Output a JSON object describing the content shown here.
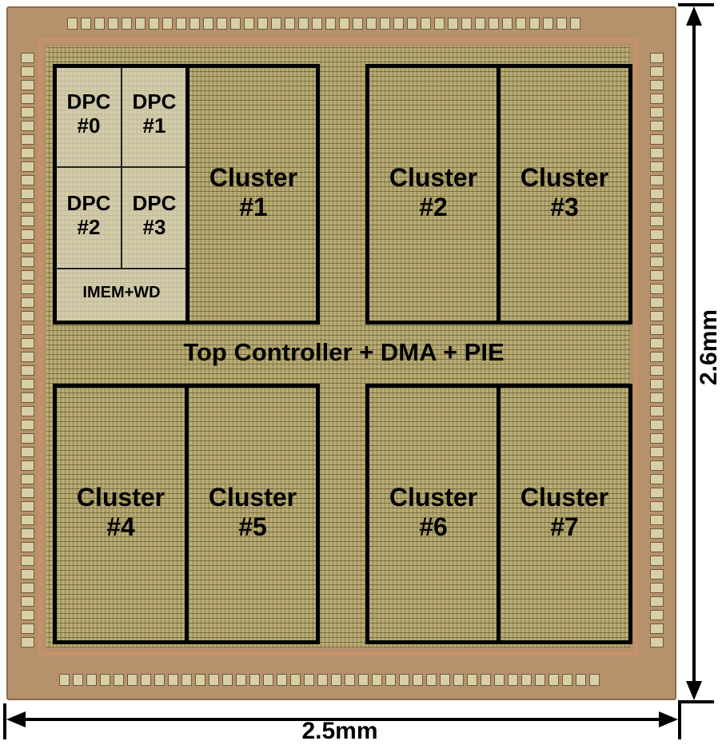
{
  "dimensions": {
    "width_label": "2.5mm",
    "height_label": "2.6mm"
  },
  "top_label": "Top Controller + DMA + PIE",
  "dpcs": [
    {
      "label": "DPC\n#0"
    },
    {
      "label": "DPC\n#1"
    },
    {
      "label": "DPC\n#2"
    },
    {
      "label": "DPC\n#3"
    }
  ],
  "imem_label": "IMEM+WD",
  "clusters": [
    {
      "label": "Cluster\n#1"
    },
    {
      "label": "Cluster\n#2"
    },
    {
      "label": "Cluster\n#3"
    },
    {
      "label": "Cluster\n#4"
    },
    {
      "label": "Cluster\n#5"
    },
    {
      "label": "Cluster\n#6"
    },
    {
      "label": "Cluster\n#7"
    }
  ],
  "colors": {
    "die": "#b5916c",
    "core": "#a79a62",
    "outline": "#000000",
    "pad": "#d7cfa8"
  }
}
